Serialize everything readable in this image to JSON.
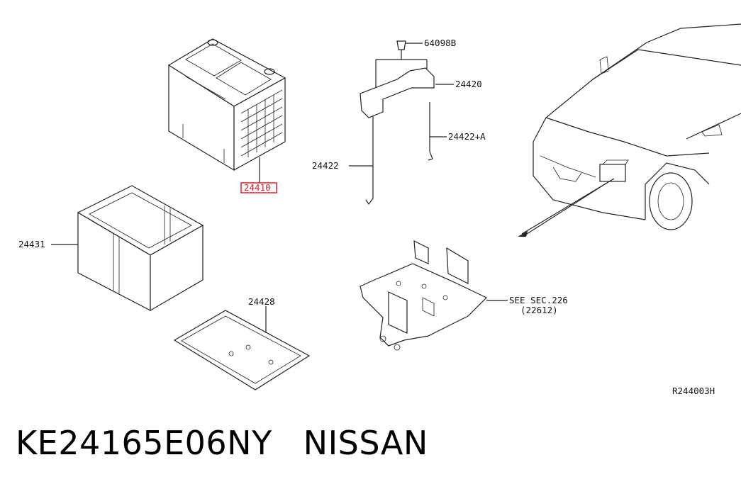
{
  "diagram": {
    "callouts": {
      "battery": "24410",
      "nut": "64098B",
      "frame": "24420",
      "rod_a": "24422+A",
      "rod": "24422",
      "cover": "24431",
      "tray": "24428",
      "see_sec_line1": "SEE SEC.226",
      "see_sec_line2": "(22612)"
    },
    "drawing_code": "R244003H",
    "highlight_color": "#e0202a"
  },
  "footer": {
    "part_number": "KE24165E06NY",
    "brand": "NISSAN"
  }
}
